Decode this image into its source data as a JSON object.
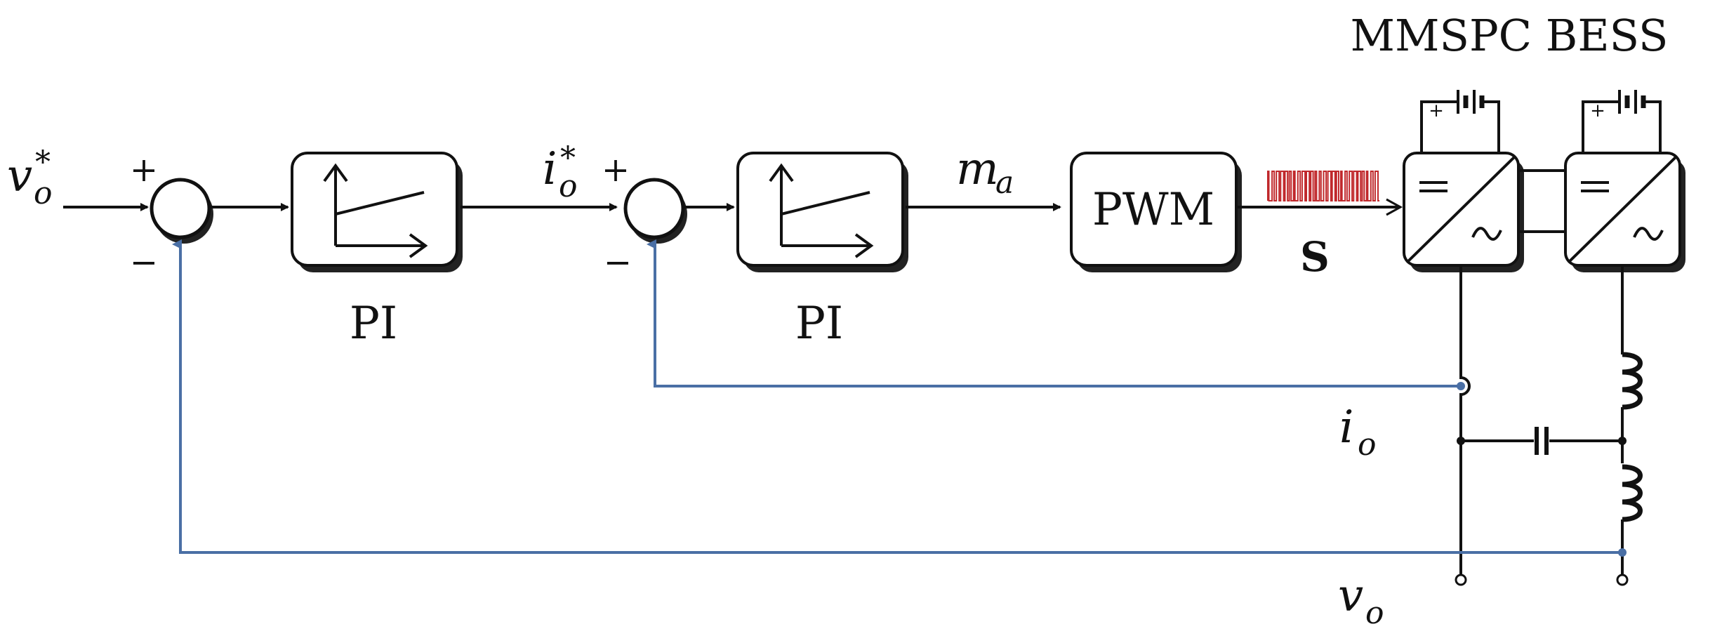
{
  "title": "MMSPC BESS",
  "signals": {
    "vo_ref": "v",
    "vo_ref_sub": "o",
    "vo_ref_sup": "*",
    "io_ref": "i",
    "io_ref_sub": "o",
    "io_ref_sup": "*",
    "ma": "m",
    "ma_sub": "a",
    "switching": "S",
    "io": "i",
    "io_sub": "o",
    "vo": "v",
    "vo_sub": "o"
  },
  "blocks": {
    "pi1": "PI",
    "pi2": "PI",
    "pwm": "PWM"
  },
  "signs": {
    "sum1_plus": "+",
    "sum1_minus": "−",
    "sum2_plus": "+",
    "sum2_minus": "−"
  },
  "battery_plus": "+",
  "colors": {
    "line": "#111111",
    "feedback": "#4a6fa5",
    "pwm_pulses": "#c0282b",
    "block_shadow": "#222222"
  }
}
